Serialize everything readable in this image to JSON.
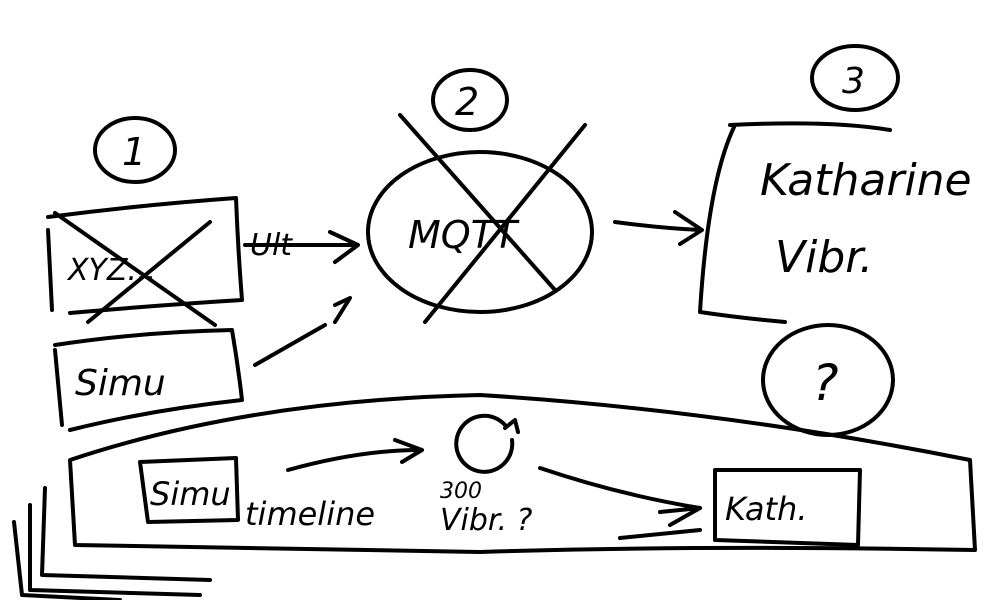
{
  "steps": {
    "one": "1",
    "two": "2",
    "three": "3",
    "unknown": "?"
  },
  "source_crossed": "XYZ...",
  "arrow_label": "Ult",
  "broker": "MQTT",
  "target": {
    "line1": "Katharine",
    "line2": "Vibr."
  },
  "simulator": "Simu",
  "timeline": {
    "simulator": "Simu",
    "label": "timeline",
    "count": "300",
    "vibr": "Vibr. ?",
    "target": "Kath."
  }
}
